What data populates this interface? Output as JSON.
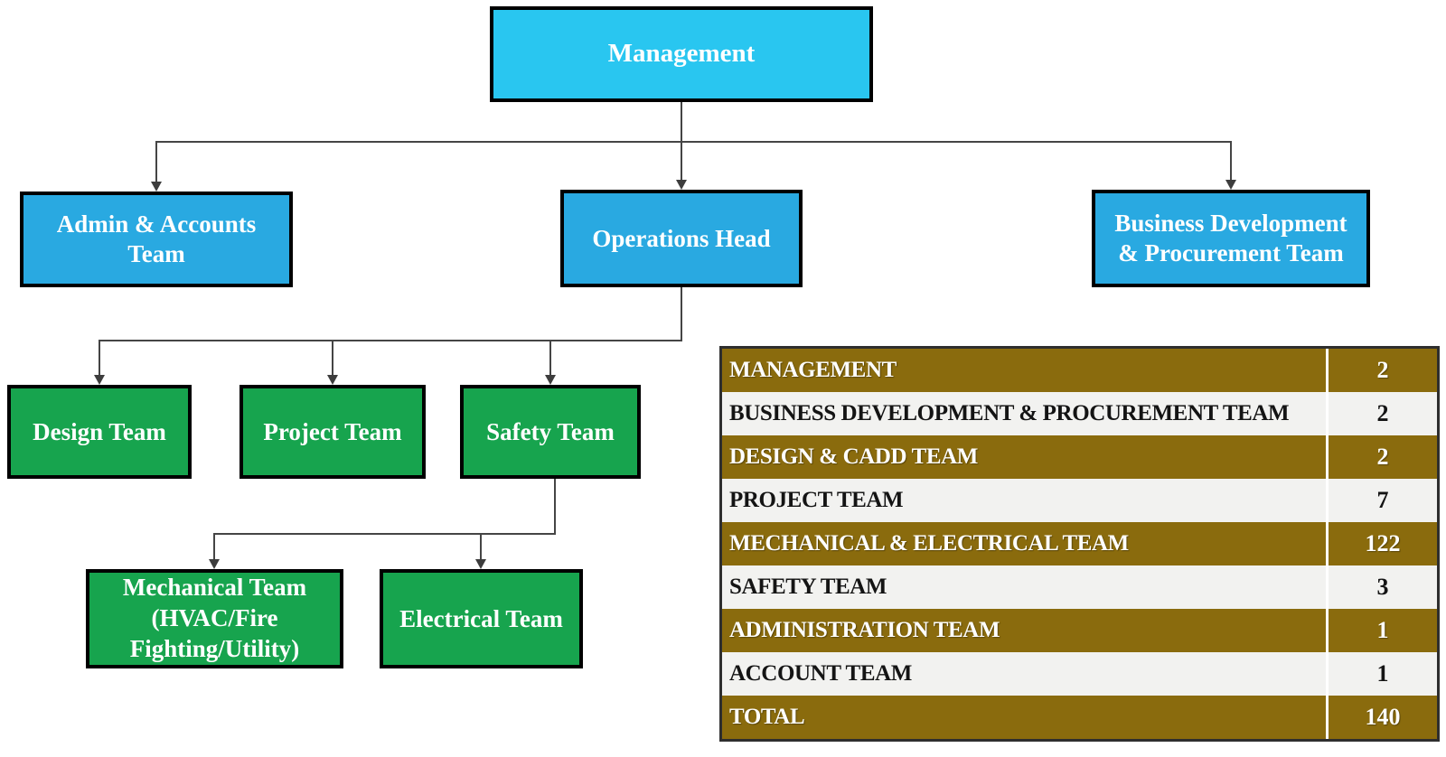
{
  "org_chart": {
    "nodes": {
      "management": {
        "label": "Management"
      },
      "admin_accounts": {
        "label": "Admin & Accounts\nTeam"
      },
      "operations_head": {
        "label": "Operations Head"
      },
      "business_dev": {
        "label": "Business Development\n& Procurement Team"
      },
      "design": {
        "label": "Design Team"
      },
      "project": {
        "label": "Project Team"
      },
      "safety": {
        "label": "Safety Team"
      },
      "mechanical": {
        "label": "Mechanical Team\n(HVAC/Fire\nFighting/Utility)"
      },
      "electrical": {
        "label": "Electrical Team"
      }
    }
  },
  "staff_table": {
    "rows": [
      {
        "label": "MANAGEMENT",
        "value": "2"
      },
      {
        "label": "BUSINESS DEVELOPMENT & PROCUREMENT TEAM",
        "value": "2"
      },
      {
        "label": "DESIGN & CADD TEAM",
        "value": "2"
      },
      {
        "label": "PROJECT TEAM",
        "value": "7"
      },
      {
        "label": "MECHANICAL & ELECTRICAL TEAM",
        "value": "122"
      },
      {
        "label": "SAFETY TEAM",
        "value": "3"
      },
      {
        "label": "ADMINISTRATION TEAM",
        "value": "1"
      },
      {
        "label": "ACCOUNT TEAM",
        "value": "1"
      },
      {
        "label": "TOTAL",
        "value": "140"
      }
    ]
  },
  "colors": {
    "management_fill": "#29C6F0",
    "level2_fill": "#29A9E1",
    "team_fill": "#17A44E",
    "table_gold": "#8A6B0D",
    "table_gray": "#F2F2F0",
    "connector": "#454545"
  }
}
